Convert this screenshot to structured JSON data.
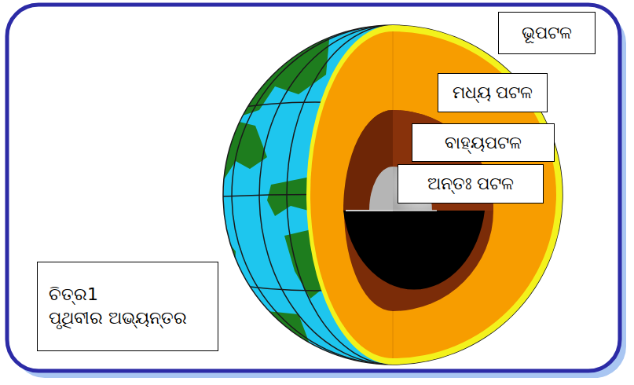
{
  "diagram": {
    "nodes": [
      {
        "text": [
          "ଭୂପଟଳ"
        ]
      },
      {
        "text": [
          "ମଧ୍ୟ ପଟଳ"
        ]
      },
      {
        "text": [
          "ବାହ୍ୟପଟଳ"
        ]
      },
      {
        "text": [
          "ଅନ୍ତଃ ପଟଳ"
        ]
      },
      {
        "text": [
          "ଚିତ୍ର1",
          "ପୃଥିବୀର ଅଭ୍ୟନ୍ତର"
        ]
      }
    ]
  }
}
